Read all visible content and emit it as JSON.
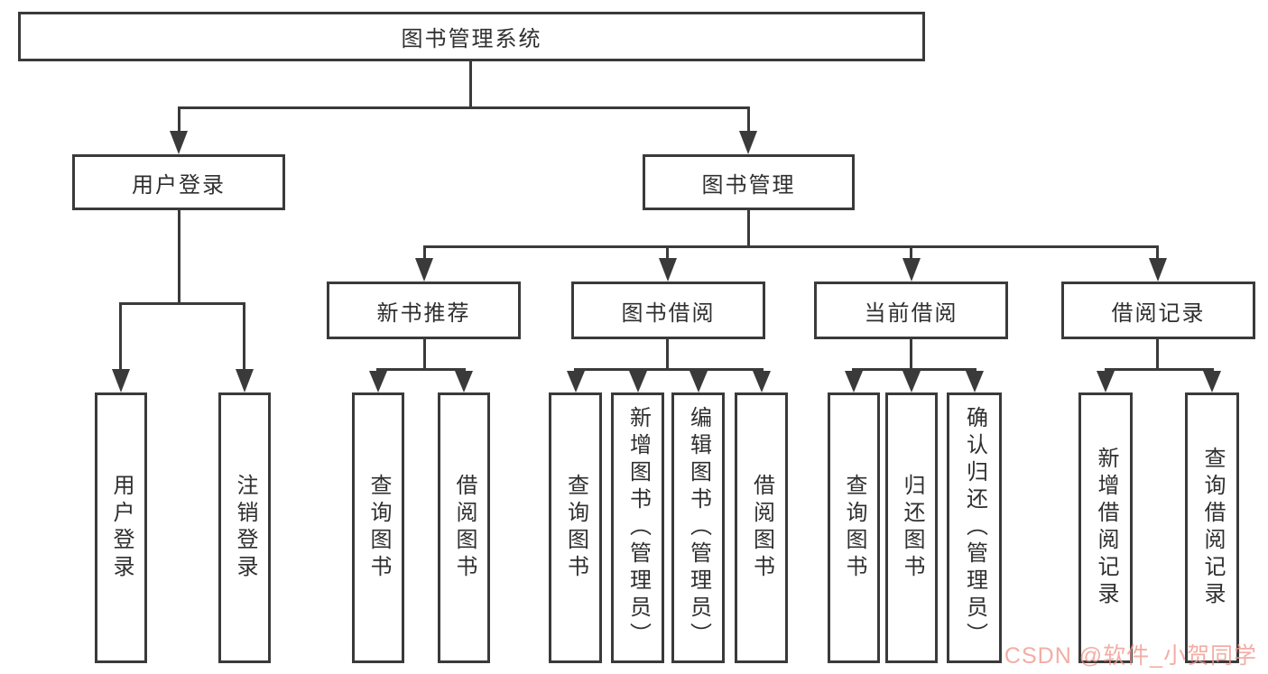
{
  "tree": {
    "label": "图书管理系统",
    "children": [
      {
        "label": "用户登录",
        "children": [
          {
            "label": "用户登录"
          },
          {
            "label": "注销登录"
          }
        ]
      },
      {
        "label": "图书管理",
        "children": [
          {
            "label": "新书推荐",
            "children": [
              {
                "label": "查询图书"
              },
              {
                "label": "借阅图书"
              }
            ]
          },
          {
            "label": "图书借阅",
            "children": [
              {
                "label": "查询图书"
              },
              {
                "label": "新增图书（管理员）"
              },
              {
                "label": "编辑图书（管理员）"
              },
              {
                "label": "借阅图书"
              }
            ]
          },
          {
            "label": "当前借阅",
            "children": [
              {
                "label": "查询图书"
              },
              {
                "label": "归还图书"
              },
              {
                "label": "确认归还（管理员）"
              }
            ]
          },
          {
            "label": "借阅记录",
            "children": [
              {
                "label": "新增借阅记录"
              },
              {
                "label": "查询借阅记录"
              }
            ]
          }
        ]
      }
    ]
  },
  "watermark": {
    "text": "CSDN @软件_小贺同学"
  },
  "colors": {
    "line": "#3a3a3a",
    "text": "#2f2f2f",
    "background": "#ffffff",
    "watermark": "#f0998f"
  }
}
